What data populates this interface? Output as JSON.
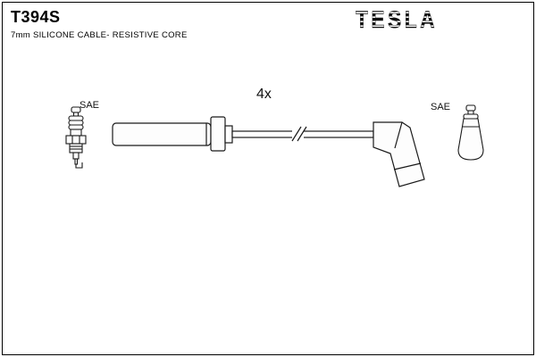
{
  "meta": {
    "background": "#ffffff",
    "line_color": "#1a1a1a",
    "border_color": "#000000"
  },
  "header": {
    "part_number": "T394S",
    "description": "7mm SILICONE CABLE- RESISTIVE CORE",
    "brand_logo": "TESLA"
  },
  "diagram": {
    "quantity_label": "4x",
    "left_connector_label": "SAE",
    "right_connector_label": "SAE",
    "components": [
      "spark-plug",
      "ignition-cable-with-boots",
      "spark-plug-terminal"
    ]
  }
}
